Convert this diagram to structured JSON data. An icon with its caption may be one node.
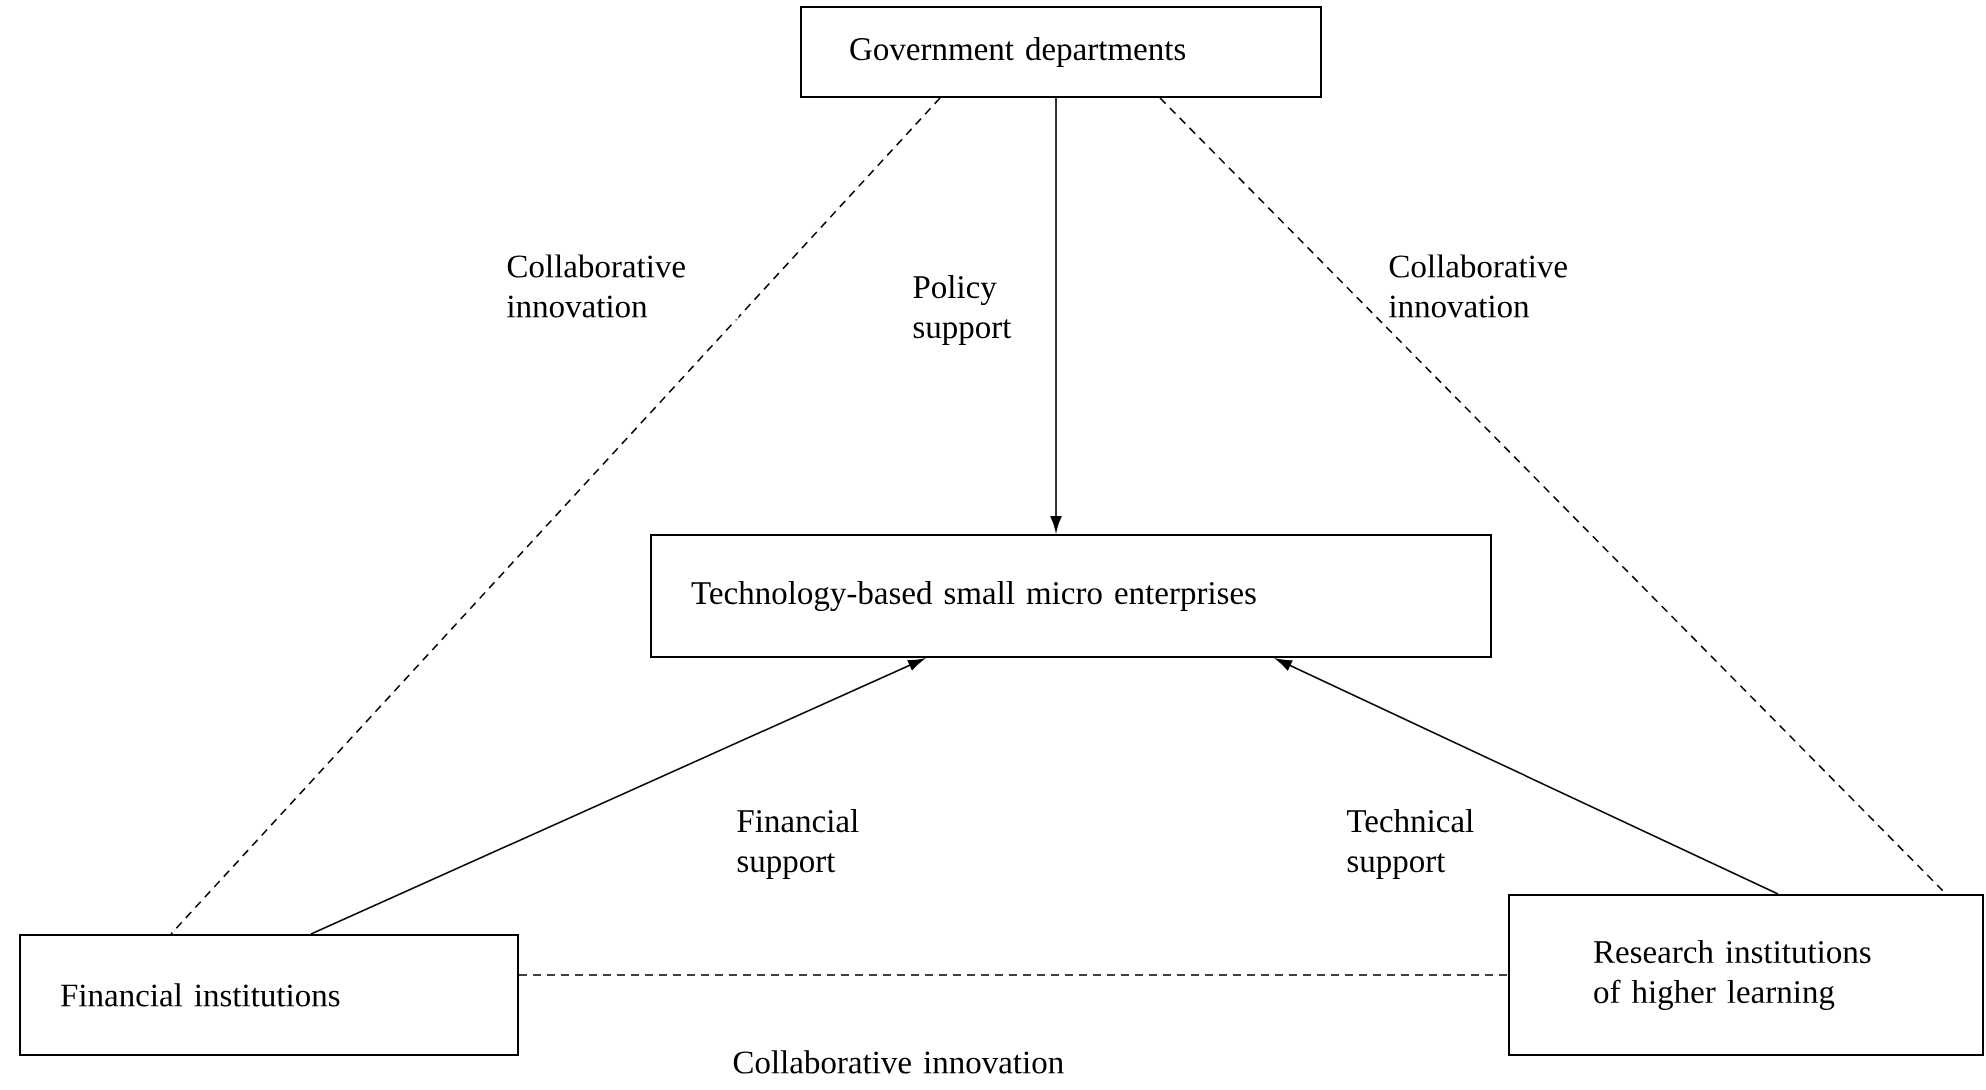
{
  "diagram": {
    "nodes": [
      {
        "text": [
          "Government departments"
        ]
      },
      {
        "text": [
          "Technology-based small micro enterprises"
        ]
      },
      {
        "text": [
          "Financial institutions"
        ]
      },
      {
        "text": [
          "Research institutions of higher learning"
        ]
      }
    ],
    "edges": [
      {
        "from": 0,
        "to": 1,
        "arrow": "to",
        "label": "Policy support"
      },
      {
        "from": 2,
        "to": 1,
        "arrow": "to",
        "label": "Financial support"
      },
      {
        "from": 3,
        "to": 1,
        "arrow": "to",
        "label": "Technical support"
      },
      {
        "from": 0,
        "to": 2,
        "arrow": "none",
        "style": "dashed",
        "label": "Collaborative innovation"
      },
      {
        "from": 0,
        "to": 3,
        "arrow": "none",
        "style": "dashed",
        "label": "Collaborative innovation"
      },
      {
        "from": 2,
        "to": 3,
        "arrow": "none",
        "style": "dashed",
        "label": "Collaborative innovation"
      }
    ]
  }
}
